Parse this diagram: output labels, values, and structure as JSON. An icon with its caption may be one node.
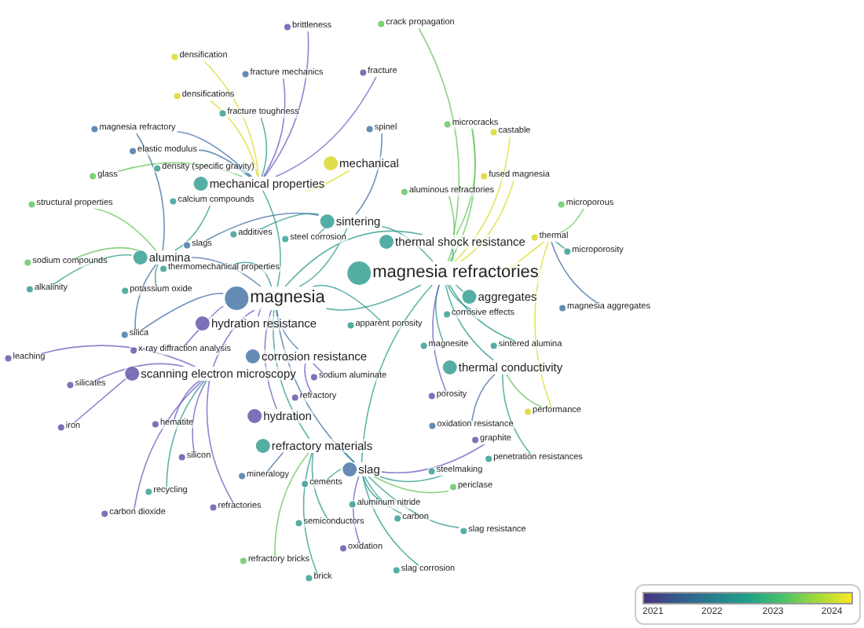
{
  "diagram": {
    "nodes": [
      {
        "text": [
          "brittleness"
        ]
      },
      {
        "text": [
          "crack propagation"
        ]
      },
      {
        "text": [
          "densification"
        ]
      },
      {
        "text": [
          "fracture mechanics"
        ]
      },
      {
        "text": [
          "fracture"
        ]
      },
      {
        "text": [
          "densifications"
        ]
      },
      {
        "text": [
          "fracture toughness"
        ]
      },
      {
        "text": [
          "spinel"
        ]
      },
      {
        "text": [
          "magnesia refractory"
        ]
      },
      {
        "text": [
          "microcracks"
        ]
      },
      {
        "text": [
          "castable"
        ]
      },
      {
        "text": [
          "elastic modulus"
        ]
      },
      {
        "text": [
          "fused magnesia"
        ]
      },
      {
        "text": [
          "density (specific gravity)"
        ]
      },
      {
        "text": [
          "mechanical"
        ]
      },
      {
        "text": [
          "glass"
        ]
      },
      {
        "text": [
          "mechanical properties"
        ]
      },
      {
        "text": [
          "aluminous refractories"
        ]
      },
      {
        "text": [
          "structural properties"
        ]
      },
      {
        "text": [
          "calcium compounds"
        ]
      },
      {
        "text": [
          "microporous"
        ]
      },
      {
        "text": [
          "sintering"
        ]
      },
      {
        "text": [
          "additives"
        ]
      },
      {
        "text": [
          "steel corrosion"
        ]
      },
      {
        "text": [
          "slags"
        ]
      },
      {
        "text": [
          "thermal"
        ]
      },
      {
        "text": [
          "thermal shock resistance"
        ]
      },
      {
        "text": [
          "microporosity"
        ]
      },
      {
        "text": [
          "alumina"
        ]
      },
      {
        "text": [
          "sodium compounds"
        ]
      },
      {
        "text": [
          "thermomechanical properties"
        ]
      },
      {
        "text": [
          "magnesia"
        ]
      },
      {
        "text": [
          "magnesia refractories"
        ]
      },
      {
        "text": [
          "alkalinity"
        ]
      },
      {
        "text": [
          "potassium oxide"
        ]
      },
      {
        "text": [
          "aggregates"
        ]
      },
      {
        "text": [
          "magnesia aggregates"
        ]
      },
      {
        "text": [
          "corrosive effects"
        ]
      },
      {
        "text": [
          "hydration resistance"
        ]
      },
      {
        "text": [
          "apparent porosity"
        ]
      },
      {
        "text": [
          "silica"
        ]
      },
      {
        "text": [
          "magnesite"
        ]
      },
      {
        "text": [
          "sintered alumina"
        ]
      },
      {
        "text": [
          "x-ray diffraction analysis"
        ]
      },
      {
        "text": [
          "leaching"
        ]
      },
      {
        "text": [
          "corrosion resistance"
        ]
      },
      {
        "text": [
          "thermal conductivity"
        ]
      },
      {
        "text": [
          "scanning electron microscopy"
        ]
      },
      {
        "text": [
          "sodium aluminate"
        ]
      },
      {
        "text": [
          "silicates"
        ]
      },
      {
        "text": [
          "porosity"
        ]
      },
      {
        "text": [
          "refractory"
        ]
      },
      {
        "text": [
          "performance"
        ]
      },
      {
        "text": [
          "hydration"
        ]
      },
      {
        "text": [
          "hematite"
        ]
      },
      {
        "text": [
          "iron"
        ]
      },
      {
        "text": [
          "oxidation resistance"
        ]
      },
      {
        "text": [
          "graphite"
        ]
      },
      {
        "text": [
          "refractory materials"
        ]
      },
      {
        "text": [
          "silicon"
        ]
      },
      {
        "text": [
          "penetration resistances"
        ]
      },
      {
        "text": [
          "slag"
        ]
      },
      {
        "text": [
          "steelmaking"
        ]
      },
      {
        "text": [
          "mineralogy"
        ]
      },
      {
        "text": [
          "cements"
        ]
      },
      {
        "text": [
          "periclase"
        ]
      },
      {
        "text": [
          "recycling"
        ]
      },
      {
        "text": [
          "aluminum nitride"
        ]
      },
      {
        "text": [
          "refractories"
        ]
      },
      {
        "text": [
          "carbon dioxide"
        ]
      },
      {
        "text": [
          "carbon"
        ]
      },
      {
        "text": [
          "semiconductors"
        ]
      },
      {
        "text": [
          "slag resistance"
        ]
      },
      {
        "text": [
          "oxidation"
        ]
      },
      {
        "text": [
          "refractory bricks"
        ]
      },
      {
        "text": [
          "slag corrosion"
        ]
      },
      {
        "text": [
          "brick"
        ]
      }
    ],
    "edges": [
      {
        "from": 31,
        "to": 32,
        "arrow": "none",
        "color": "#2b9a8c"
      },
      {
        "from": 31,
        "to": 28,
        "arrow": "none",
        "color": "#3e6ea3"
      },
      {
        "from": 31,
        "to": 16,
        "arrow": "none",
        "color": "#2b9a8c"
      },
      {
        "from": 31,
        "to": 45,
        "arrow": "none",
        "color": "#3e6ea3"
      },
      {
        "from": 31,
        "to": 61,
        "arrow": "none",
        "color": "#3e6ea3"
      },
      {
        "from": 31,
        "to": 58,
        "arrow": "none",
        "color": "#2b9a8c"
      },
      {
        "from": 31,
        "to": 38,
        "arrow": "none",
        "color": "#6a5cc0"
      },
      {
        "from": 31,
        "to": 43,
        "arrow": "none",
        "color": "#6a5cc0"
      },
      {
        "from": 31,
        "to": 47,
        "arrow": "none",
        "color": "#6a5cc0"
      },
      {
        "from": 31,
        "to": 21,
        "arrow": "none",
        "color": "#2b9a8c"
      },
      {
        "from": 31,
        "to": 40,
        "arrow": "none",
        "color": "#3e6ea3"
      },
      {
        "from": 31,
        "to": 53,
        "arrow": "none",
        "color": "#6a5cc0"
      },
      {
        "from": 31,
        "to": 26,
        "arrow": "none",
        "color": "#2b9a8c"
      },
      {
        "from": 31,
        "to": 39,
        "arrow": "none",
        "color": "#2b9a8c"
      },
      {
        "from": 31,
        "to": 30,
        "arrow": "none",
        "color": "#2b9a8c"
      },
      {
        "from": 32,
        "to": 26,
        "arrow": "none",
        "color": "#2b9a8c"
      },
      {
        "from": 32,
        "to": 35,
        "arrow": "none",
        "color": "#2b9a8c"
      },
      {
        "from": 32,
        "to": 37,
        "arrow": "none",
        "color": "#2b9a8c"
      },
      {
        "from": 32,
        "to": 41,
        "arrow": "none",
        "color": "#2b9a8c"
      },
      {
        "from": 32,
        "to": 46,
        "arrow": "none",
        "color": "#2b9a8c"
      },
      {
        "from": 32,
        "to": 21,
        "arrow": "none",
        "color": "#2b9a8c"
      },
      {
        "from": 32,
        "to": 25,
        "arrow": "none",
        "color": "#dcd92a"
      },
      {
        "from": 32,
        "to": 17,
        "arrow": "none",
        "color": "#66c65a"
      },
      {
        "from": 32,
        "to": 12,
        "arrow": "none",
        "color": "#dcd92a"
      },
      {
        "from": 32,
        "to": 9,
        "arrow": "none",
        "color": "#66c65a"
      },
      {
        "from": 32,
        "to": 10,
        "arrow": "none",
        "color": "#dcd92a"
      },
      {
        "from": 32,
        "to": 50,
        "arrow": "none",
        "color": "#6a5cc0"
      },
      {
        "from": 32,
        "to": 61,
        "arrow": "none",
        "color": "#2b9a8c"
      },
      {
        "from": 32,
        "to": 42,
        "arrow": "none",
        "color": "#2b9a8c"
      },
      {
        "from": 61,
        "to": 58,
        "arrow": "none",
        "color": "#2b9a8c"
      },
      {
        "from": 61,
        "to": 62,
        "arrow": "none",
        "color": "#2b9a8c"
      },
      {
        "from": 61,
        "to": 72,
        "arrow": "none",
        "color": "#2b9a8c"
      },
      {
        "from": 61,
        "to": 75,
        "arrow": "none",
        "color": "#2b9a8c"
      },
      {
        "from": 61,
        "to": 67,
        "arrow": "none",
        "color": "#2b9a8c"
      },
      {
        "from": 61,
        "to": 70,
        "arrow": "none",
        "color": "#2b9a8c"
      },
      {
        "from": 61,
        "to": 64,
        "arrow": "none",
        "color": "#2b9a8c"
      },
      {
        "from": 61,
        "to": 73,
        "arrow": "none",
        "color": "#6a5cc0"
      },
      {
        "from": 61,
        "to": 57,
        "arrow": "none",
        "color": "#6a5cc0"
      },
      {
        "from": 61,
        "to": 65,
        "arrow": "none",
        "color": "#66c65a"
      },
      {
        "from": 16,
        "to": 6,
        "arrow": "none",
        "color": "#2b9a8c"
      },
      {
        "from": 16,
        "to": 13,
        "arrow": "none",
        "color": "#2b9a8c"
      },
      {
        "from": 16,
        "to": 0,
        "arrow": "none",
        "color": "#6a5cc0"
      },
      {
        "from": 16,
        "to": 3,
        "arrow": "none",
        "color": "#6a5cc0"
      },
      {
        "from": 16,
        "to": 4,
        "arrow": "none",
        "color": "#6a5cc0"
      },
      {
        "from": 16,
        "to": 14,
        "arrow": "none",
        "color": "#dcd92a"
      },
      {
        "from": 16,
        "to": 2,
        "arrow": "none",
        "color": "#dcd92a"
      },
      {
        "from": 16,
        "to": 5,
        "arrow": "none",
        "color": "#dcd92a"
      },
      {
        "from": 16,
        "to": 11,
        "arrow": "none",
        "color": "#3e6ea3"
      },
      {
        "from": 16,
        "to": 15,
        "arrow": "none",
        "color": "#66c65a"
      },
      {
        "from": 16,
        "to": 8,
        "arrow": "none",
        "color": "#3e6ea3"
      },
      {
        "from": 28,
        "to": 29,
        "arrow": "none",
        "color": "#66c65a"
      },
      {
        "from": 28,
        "to": 33,
        "arrow": "none",
        "color": "#2b9a8c"
      },
      {
        "from": 28,
        "to": 34,
        "arrow": "none",
        "color": "#2b9a8c"
      },
      {
        "from": 28,
        "to": 18,
        "arrow": "none",
        "color": "#66c65a"
      },
      {
        "from": 28,
        "to": 40,
        "arrow": "none",
        "color": "#3e6ea3"
      },
      {
        "from": 28,
        "to": 8,
        "arrow": "none",
        "color": "#3e6ea3"
      },
      {
        "from": 28,
        "to": 19,
        "arrow": "none",
        "color": "#2b9a8c"
      },
      {
        "from": 47,
        "to": 54,
        "arrow": "none",
        "color": "#6a5cc0"
      },
      {
        "from": 47,
        "to": 59,
        "arrow": "none",
        "color": "#6a5cc0"
      },
      {
        "from": 47,
        "to": 49,
        "arrow": "none",
        "color": "#6a5cc0"
      },
      {
        "from": 47,
        "to": 55,
        "arrow": "none",
        "color": "#6a5cc0"
      },
      {
        "from": 47,
        "to": 44,
        "arrow": "none",
        "color": "#6a5cc0"
      },
      {
        "from": 47,
        "to": 69,
        "arrow": "none",
        "color": "#6a5cc0"
      },
      {
        "from": 47,
        "to": 68,
        "arrow": "none",
        "color": "#6a5cc0"
      },
      {
        "from": 47,
        "to": 66,
        "arrow": "none",
        "color": "#2b9a8c"
      },
      {
        "from": 58,
        "to": 74,
        "arrow": "none",
        "color": "#66c65a"
      },
      {
        "from": 58,
        "to": 76,
        "arrow": "none",
        "color": "#2b9a8c"
      },
      {
        "from": 58,
        "to": 63,
        "arrow": "none",
        "color": "#3e6ea3"
      },
      {
        "from": 58,
        "to": 71,
        "arrow": "none",
        "color": "#2b9a8c"
      },
      {
        "from": 25,
        "to": 20,
        "arrow": "none",
        "color": "#66c65a"
      },
      {
        "from": 25,
        "to": 27,
        "arrow": "none",
        "color": "#2b9a8c"
      },
      {
        "from": 25,
        "to": 52,
        "arrow": "none",
        "color": "#dcd92a"
      },
      {
        "from": 25,
        "to": 36,
        "arrow": "none",
        "color": "#3e6ea3"
      },
      {
        "from": 46,
        "to": 60,
        "arrow": "none",
        "color": "#2b9a8c"
      },
      {
        "from": 46,
        "to": 56,
        "arrow": "none",
        "color": "#3e6ea3"
      },
      {
        "from": 46,
        "to": 52,
        "arrow": "none",
        "color": "#66c65a"
      },
      {
        "from": 26,
        "to": 1,
        "arrow": "none",
        "color": "#66c65a"
      },
      {
        "from": 26,
        "to": 9,
        "arrow": "none",
        "color": "#66c65a"
      },
      {
        "from": 21,
        "to": 22,
        "arrow": "none",
        "color": "#2b9a8c"
      },
      {
        "from": 21,
        "to": 23,
        "arrow": "none",
        "color": "#2b9a8c"
      },
      {
        "from": 21,
        "to": 7,
        "arrow": "none",
        "color": "#3e6ea3"
      },
      {
        "from": 21,
        "to": 24,
        "arrow": "none",
        "color": "#3e6ea3"
      },
      {
        "from": 45,
        "to": 48,
        "arrow": "none",
        "color": "#6a5cc0"
      },
      {
        "from": 45,
        "to": 51,
        "arrow": "none",
        "color": "#6a5cc0"
      }
    ],
    "labels": [
      "2021",
      "2022",
      "2023",
      "2024"
    ]
  }
}
